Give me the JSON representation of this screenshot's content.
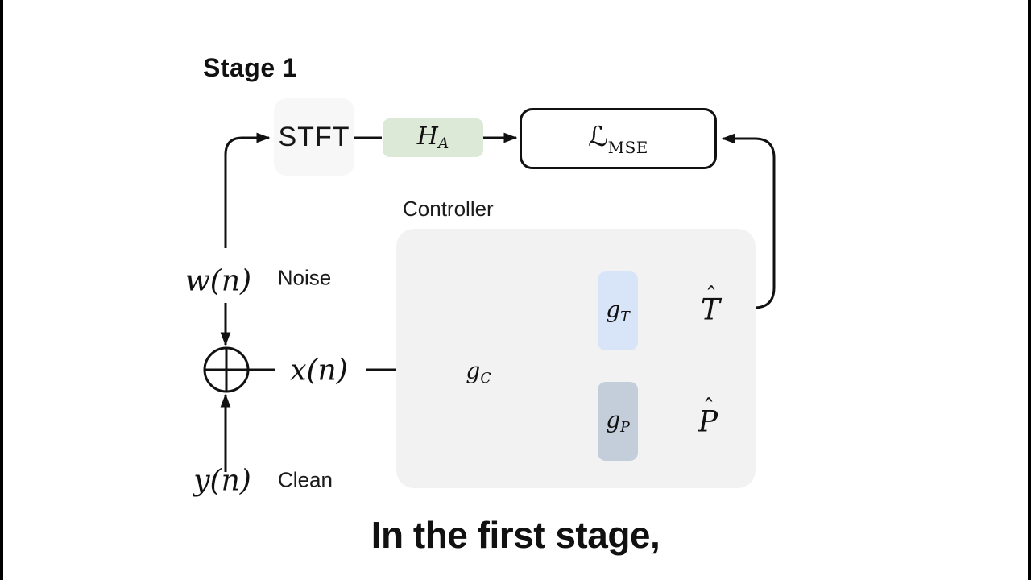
{
  "stage_title": "Stage 1",
  "caption": "In the first stage,",
  "blocks": {
    "stft": {
      "label": "STFT"
    },
    "ha": {
      "base": "H",
      "sub": "A"
    },
    "lmse": {
      "base": "ℒ",
      "sub": "MSE"
    },
    "controller": {
      "label": "Controller"
    },
    "gc": {
      "base": "g",
      "sub": "C"
    },
    "gt": {
      "base": "g",
      "sub": "T"
    },
    "gp": {
      "base": "g",
      "sub": "P"
    }
  },
  "signals": {
    "noise_signal": "w(n)",
    "noise_tag": "Noise",
    "mix_signal": "x(n)",
    "clean_signal": "y(n)",
    "clean_tag": "Clean",
    "t_hat_base": "T",
    "p_hat_base": "P",
    "hat": "ˆ"
  },
  "colors": {
    "ink": "#111111",
    "green": "#dbe9d6",
    "blue": "#d8e4f7",
    "grayblue": "#c3ceda",
    "panel": "#f2f2f2",
    "stft_bg": "#f7f7f7",
    "bg": "#ffffff"
  }
}
